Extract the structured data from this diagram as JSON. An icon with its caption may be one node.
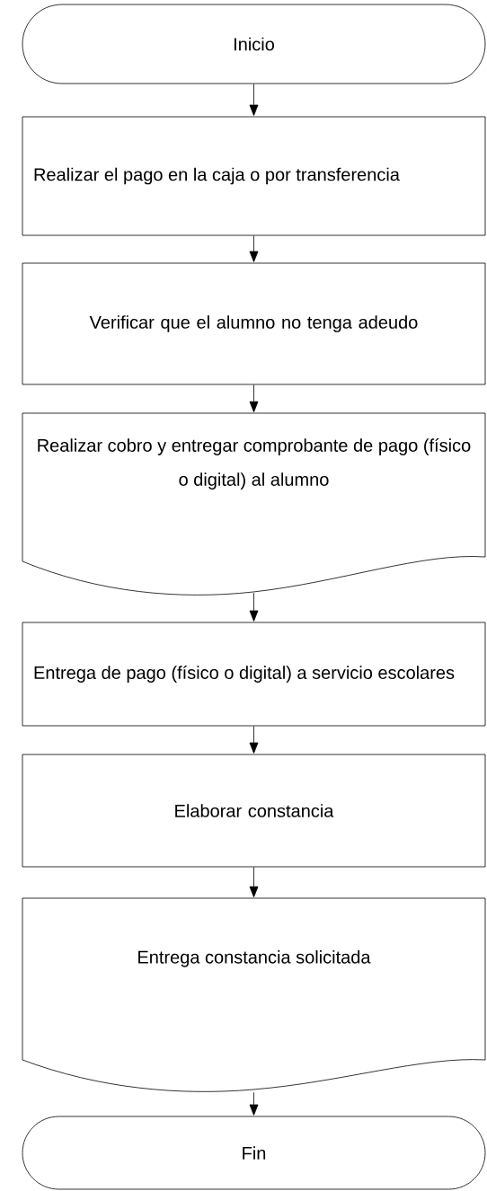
{
  "diagram": {
    "nodes": [
      {
        "text": [
          "Inicio"
        ]
      },
      {
        "text": [
          "Realizar el pago en la caja o por transferencia"
        ]
      },
      {
        "text": [
          "Verificar que el alumno no tenga adeudo"
        ]
      },
      {
        "text": [
          "Realizar cobro y entregar comprobante de pago (físico o digital) al alumno"
        ]
      },
      {
        "text": [
          "Entrega de pago (físico o digital) a servicio escolares"
        ]
      },
      {
        "text": [
          "Elaborar constancia"
        ]
      },
      {
        "text": [
          "Entrega constancia solicitada"
        ]
      },
      {
        "text": [
          "Fin"
        ]
      }
    ],
    "edges": [
      {
        "from": 0,
        "to": 1,
        "arrow": "to"
      },
      {
        "from": 1,
        "to": 2,
        "arrow": "to"
      },
      {
        "from": 2,
        "to": 3,
        "arrow": "to"
      },
      {
        "from": 3,
        "to": 4,
        "arrow": "to"
      },
      {
        "from": 4,
        "to": 5,
        "arrow": "to"
      },
      {
        "from": 5,
        "to": 6,
        "arrow": "to"
      },
      {
        "from": 6,
        "to": 7,
        "arrow": "to"
      }
    ]
  }
}
